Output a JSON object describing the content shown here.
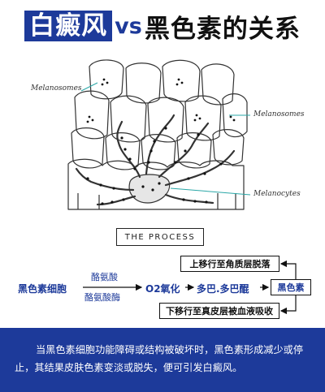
{
  "title": {
    "part1": "白癜风",
    "vs": "vs",
    "part2": "黑色素的关系"
  },
  "illustration": {
    "label_melanosomes_left": "Melanosomes",
    "label_melanosomes_right": "Melanosomes",
    "label_melanocytes": "Melanocytes"
  },
  "process_badge": "THE PROCESS",
  "flow": {
    "source": "黑色素细胞",
    "enzyme_top": "酪氨酸",
    "enzyme_bottom": "酪氨酸酶",
    "step1": "O2氧化",
    "step2": "多巴.多巴醌",
    "result": "黑色素",
    "box_up": "上移行至角质层脱落",
    "box_down": "下移行至真皮层被血液吸收"
  },
  "footer": {
    "text": "当黑色素细胞功能障碍或结构被破坏时，黑色素形成减少或停止，其结果皮肤色素变淡或脱失，便可引发白癜风。"
  },
  "colors": {
    "brand_blue": "#1d3a9a",
    "ink": "#111111"
  }
}
